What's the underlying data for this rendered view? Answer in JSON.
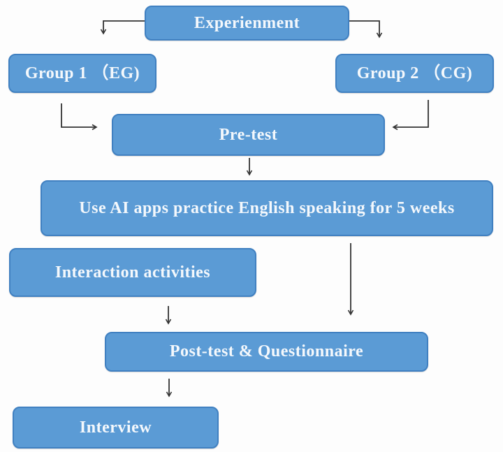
{
  "figure": {
    "type": "flowchart",
    "node_fill_color": "#5b9bd5",
    "node_border_color": "#4080c1",
    "node_text_color": "#f4f8fc",
    "arrow_color": "#333333"
  },
  "nodes": [
    {
      "id": "experiment",
      "label": "Experienment"
    },
    {
      "id": "group1",
      "label": "Group 1 （EG)"
    },
    {
      "id": "group2",
      "label": "Group 2 （CG)"
    },
    {
      "id": "pretest",
      "label": "Pre-test"
    },
    {
      "id": "practice",
      "label": "Use AI apps practice English speaking for 5 weeks"
    },
    {
      "id": "interaction",
      "label": "Interaction activities"
    },
    {
      "id": "posttest",
      "label": "Post-test & Questionnaire"
    },
    {
      "id": "interview",
      "label": "Interview"
    }
  ],
  "edges": [
    {
      "from": "experiment",
      "to": "group1"
    },
    {
      "from": "experiment",
      "to": "group2"
    },
    {
      "from": "group1",
      "to": "pretest"
    },
    {
      "from": "group2",
      "to": "pretest"
    },
    {
      "from": "pretest",
      "to": "practice"
    },
    {
      "from": "practice",
      "to": "posttest"
    },
    {
      "from": "interaction",
      "to": "posttest"
    },
    {
      "from": "posttest",
      "to": "interview"
    }
  ]
}
